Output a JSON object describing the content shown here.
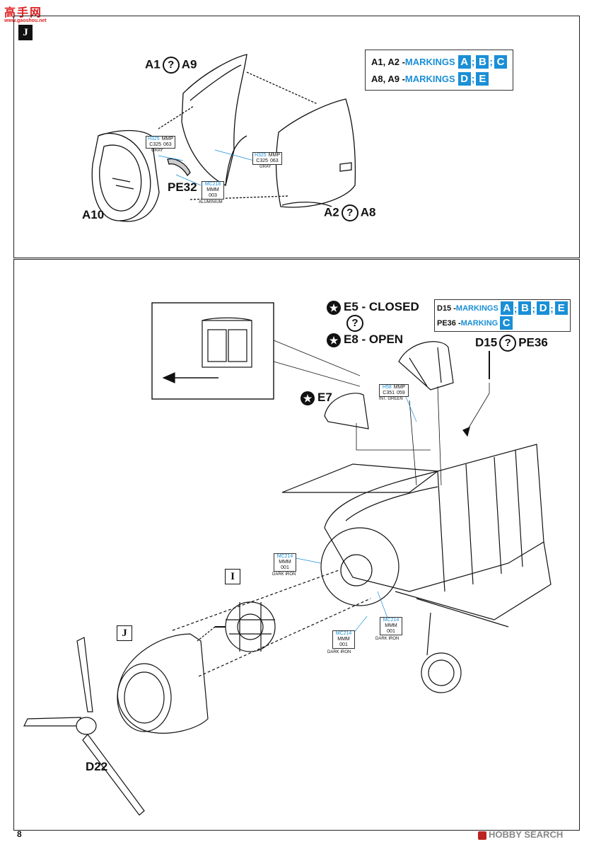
{
  "brand": {
    "logo_text": "高手网",
    "url": "www.gaoshou.net"
  },
  "page_number": "8",
  "watermark": "HOBBY SEARCH",
  "step_top": {
    "step": "J",
    "labels": {
      "a1_a9_left": "A1",
      "a1_a9_right": "A9",
      "a2_a8_left": "A2",
      "a2_a8_right": "A8",
      "a10": "A10",
      "pe32": "PE32"
    },
    "legend": [
      {
        "parts": "A1, A2 - ",
        "word": "MARKINGS",
        "marks": [
          "A",
          "B",
          "C"
        ]
      },
      {
        "parts": "A8, A9 - ",
        "word": "MARKINGS",
        "marks": [
          "D",
          "E"
        ]
      }
    ],
    "paints": [
      {
        "h": "H325",
        "mmp": "MMP",
        "c": "C325",
        "n": "063",
        "name": "GRAY"
      },
      {
        "h": "H325",
        "mmp": "MMP",
        "c": "C325",
        "n": "063",
        "name": "GRAY"
      },
      {
        "mc": "MC218",
        "mmm": "MMM",
        "n": "003",
        "name": "ALUMINIUM"
      }
    ]
  },
  "step_bottom": {
    "labels": {
      "e5": "E5 - CLOSED",
      "e8": "E8 - OPEN",
      "e7": "E7",
      "d15_left": "D15",
      "d15_right": "PE36",
      "d22": "D22"
    },
    "legend": [
      {
        "parts": "D15 - ",
        "word": "MARKINGS",
        "marks": [
          "A",
          "B",
          "D",
          "E"
        ]
      },
      {
        "parts": "PE36 - ",
        "word": "MARKING",
        "marks": [
          "C"
        ]
      }
    ],
    "step_refs": {
      "i": "I",
      "j": "J"
    },
    "paints": [
      {
        "h": "H58",
        "mmp": "MMP",
        "c": "C351",
        "n": "059",
        "name": "INT. GREEN"
      },
      {
        "mc": "MC214",
        "mmm": "MMM",
        "n": "001",
        "name": "DARK IRON"
      },
      {
        "mc": "MC214",
        "mmm": "MMM",
        "n": "001",
        "name": "DARK IRON"
      },
      {
        "mc": "MC214",
        "mmm": "MMM",
        "n": "001",
        "name": "DARK IRON"
      }
    ]
  }
}
